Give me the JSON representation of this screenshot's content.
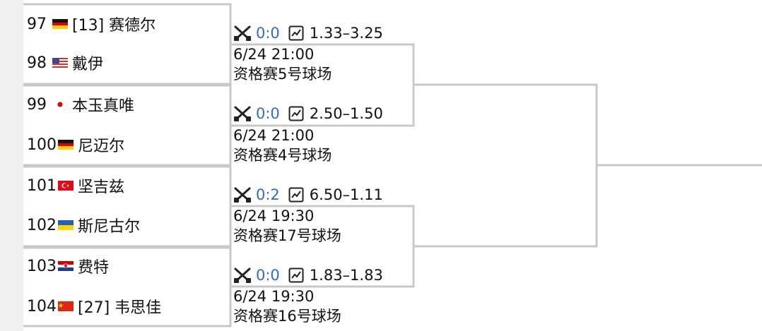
{
  "players": [
    {
      "seed_num": "97",
      "flag": "germany-flag",
      "name": "[13] 赛德尔"
    },
    {
      "seed_num": "98",
      "flag": "usa-flag",
      "name": "戴伊"
    },
    {
      "seed_num": "99",
      "flag": "japan-flag",
      "name": "本玉真唯"
    },
    {
      "seed_num": "100",
      "flag": "germany-flag",
      "name": "尼迈尔"
    },
    {
      "seed_num": "101",
      "flag": "turkey-flag",
      "name": "坚吉兹"
    },
    {
      "seed_num": "102",
      "flag": "ukraine-flag",
      "name": "斯尼古尔"
    },
    {
      "seed_num": "103",
      "flag": "croatia-flag",
      "name": "费特"
    },
    {
      "seed_num": "104",
      "flag": "china-flag",
      "name": "[27] 韦思佳"
    }
  ],
  "matches": [
    {
      "score": "0:0",
      "odds": "1.33–3.25",
      "datetime": "6/24 21:00",
      "venue": "资格赛5号球场"
    },
    {
      "score": "0:0",
      "odds": "2.50–1.50",
      "datetime": "6/24 21:00",
      "venue": "资格赛4号球场"
    },
    {
      "score": "0:2",
      "odds": "6.50–1.11",
      "datetime": "6/24 19:30",
      "venue": "资格赛17号球场"
    },
    {
      "score": "0:0",
      "odds": "1.83–1.83",
      "datetime": "6/24 19:30",
      "venue": "资格赛16号球场"
    }
  ],
  "colors": {
    "score": "#2f6cc9",
    "bracket_line": "#c8c8c8",
    "background": "#ffffff"
  },
  "icons": {
    "match_icon": "crossed-swords-icon",
    "odds_icon": "line-chart-icon"
  }
}
